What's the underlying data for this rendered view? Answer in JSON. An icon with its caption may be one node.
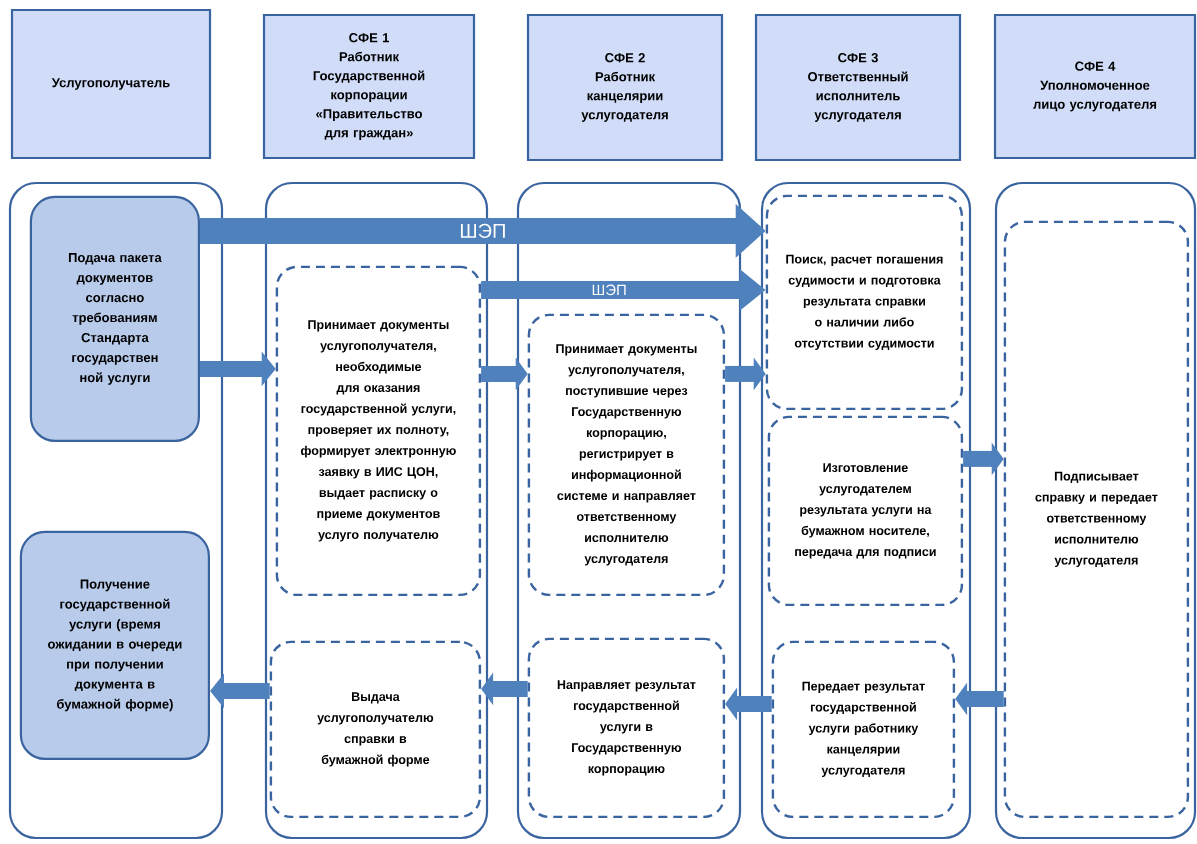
{
  "diagram": {
    "nodes": [
      {
        "text": [
          "Услугополучатель"
        ]
      },
      {
        "text": [
          "СФЕ 1",
          "Работник Государственной корпорации «Правительство для граждан»"
        ]
      },
      {
        "text": [
          "СФЕ 2",
          "Работник канцелярии услугодателя"
        ]
      },
      {
        "text": [
          "СФЕ 3",
          "Ответственный исполнитель услугодателя"
        ]
      },
      {
        "text": [
          "СФЕ 4",
          "Уполномоченное лицо услугодателя"
        ]
      },
      {
        "text": [],
        "shape": "box"
      },
      {
        "text": [
          "Подача пакета документов согласно требованиям Стандарта государствен ной услуги"
        ],
        "in": 5
      },
      {
        "text": [
          "Получение государственной услуги (время ожидании в очереди при получении документа в бумажной форме)"
        ],
        "in": 5
      },
      {
        "text": [],
        "shape": "box"
      },
      {
        "text": [
          "Принимает документы услугополучателя, необходимые для оказания государственной услуги, проверяет их полноту, формирует электронную заявку в ИИС ЦОН, выдает расписку о приеме документов услуго получателю"
        ],
        "in": 8
      },
      {
        "text": [
          "Выдача услугополучателю справки в бумажной форме"
        ],
        "in": 8
      },
      {
        "text": [],
        "shape": "box"
      },
      {
        "text": [
          "Принимает документы услугополучателя, поступившие через Государственную корпорацию, регистрирует в информационной системе и направляет ответственному исполнителю услугодателя"
        ],
        "in": 11
      },
      {
        "text": [
          "Направляет результат государственной услуги в Государственную корпорацию"
        ],
        "in": 11
      },
      {
        "text": [],
        "shape": "box"
      },
      {
        "text": [
          "Поиск, расчет погашения судимости и подготовка результата справки о наличии либо отсутствии судимости"
        ],
        "in": 14
      },
      {
        "text": [
          "Изготовление услугодателем результата услуги на бумажном носителе, передача для подписи"
        ],
        "in": 14
      },
      {
        "text": [
          "Передает результат государственной услуги работнику канцелярии услугодателя"
        ],
        "in": 14
      },
      {
        "text": [],
        "shape": "box"
      },
      {
        "text": [
          "Подписывает справку и передает ответственному исполнителю услугодателя"
        ],
        "in": 18
      }
    ],
    "edges": [
      {
        "from": 6,
        "to": 15,
        "arrow": "to",
        "label": "ШЭП"
      },
      {
        "from": 9,
        "to": 15,
        "arrow": "to",
        "label": "ШЭП"
      },
      {
        "from": 6,
        "to": 9,
        "arrow": "to"
      },
      {
        "from": 9,
        "to": 12,
        "arrow": "to"
      },
      {
        "from": 12,
        "to": 15,
        "arrow": "to"
      },
      {
        "from": 16,
        "to": 19,
        "arrow": "to"
      },
      {
        "from": 19,
        "to": 17,
        "arrow": "to"
      },
      {
        "from": 17,
        "to": 13,
        "arrow": "to"
      },
      {
        "from": 13,
        "to": 10,
        "arrow": "to"
      },
      {
        "from": 10,
        "to": 7,
        "arrow": "to"
      }
    ]
  }
}
